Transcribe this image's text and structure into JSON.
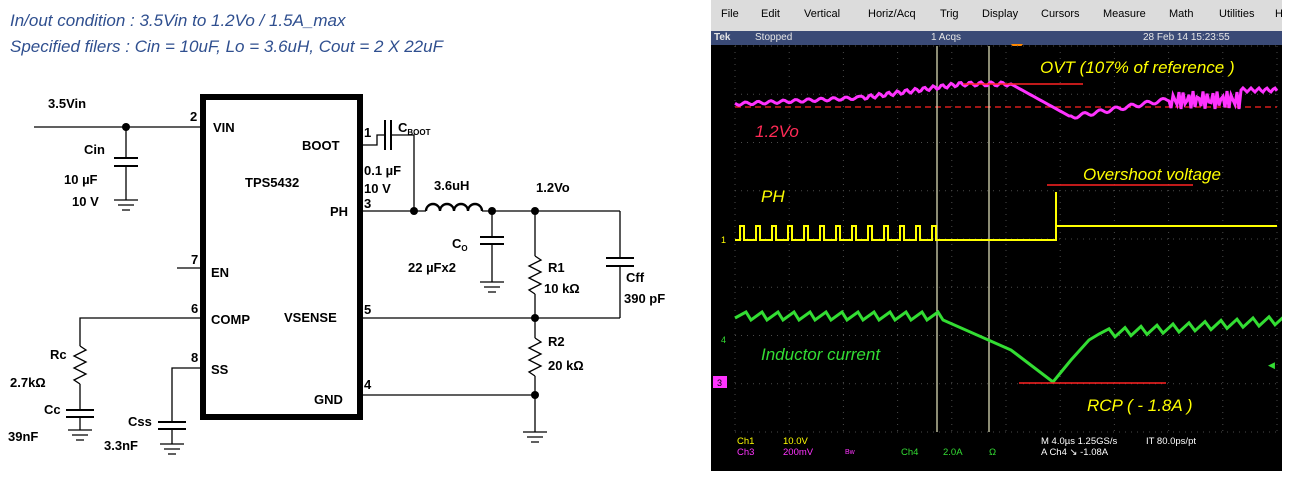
{
  "conditions": {
    "line1": "In/out condition : 3.5Vin to 1.2Vo / 1.5A_max",
    "line2": "Specified filers : Cin = 10uF, Lo = 3.6uH, Cout = 2 X 22uF"
  },
  "schematic": {
    "ic_name": "TPS5432",
    "pins": {
      "vin": "VIN",
      "vin_num": "2",
      "boot": "BOOT",
      "boot_num": "1",
      "ph": "PH",
      "ph_num": "3",
      "en": "EN",
      "en_num": "7",
      "comp": "COMP",
      "comp_num": "6",
      "vsense": "VSENSE",
      "vsense_num": "5",
      "ss": "SS",
      "ss_num": "8",
      "gnd": "GND",
      "gnd_num": "4"
    },
    "vin_label": "3.5Vin",
    "cin_name": "Cin",
    "cin_value": "10 µF",
    "cin_voltage": "10 V",
    "cboot_name_c": "C",
    "cboot_name_sub": "BOOT",
    "cboot_value": "0.1 µF",
    "cboot_voltage": "10 V",
    "inductor_label": "3.6uH",
    "vout_label": "1.2Vo",
    "co_name_c": "C",
    "co_name_sub": "O",
    "co_value": "22 µFx2",
    "r1_name": "R1",
    "r1_value": "10 kΩ",
    "cff_name": "Cff",
    "cff_value": "390 pF",
    "r2_name": "R2",
    "r2_value": "20 kΩ",
    "rc_name": "Rc",
    "rc_value": "2.7kΩ",
    "cc_name": "Cc",
    "cc_value": "39nF",
    "css_name": "Css",
    "css_value": "3.3nF"
  },
  "scope": {
    "menu": [
      "File",
      "Edit",
      "Vertical",
      "Horiz/Acq",
      "Trig",
      "Display",
      "Cursors",
      "Measure",
      "Math",
      "Utilities",
      "H"
    ],
    "status": {
      "brand": "Tek",
      "state": "Stopped",
      "acqs": "1 Acqs",
      "datetime": "28 Feb 14 15:23:55"
    },
    "annotations": {
      "ovt": "OVT (107% of reference )",
      "vo": "1.2Vo",
      "ph": "PH",
      "overshoot": "Overshoot voltage",
      "inductor": "Inductor current",
      "rcp": "RCP ( - 1.8A )"
    },
    "markers": {
      "ch1": "1",
      "ch4": "4",
      "ch3": "3"
    },
    "bottom": {
      "ch1": "Ch1",
      "ch1_scale": "10.0V",
      "ch3": "Ch3",
      "ch3_scale": "200mV",
      "bw": "Bw",
      "ch4": "Ch4",
      "ch4_scale": "2.0A",
      "ohm": "Ω",
      "timebase": "M 4.0µs 1.25GS/s",
      "rec": "IT 80.0ps/pt",
      "trigger": "A  Ch4  ↘  -1.08A"
    },
    "colors": {
      "ch1": "#ffff00",
      "ch3": "#ff33ff",
      "ch4": "#33dd33",
      "ref": "#ff2222",
      "cursor": "#e8e8c0"
    }
  }
}
